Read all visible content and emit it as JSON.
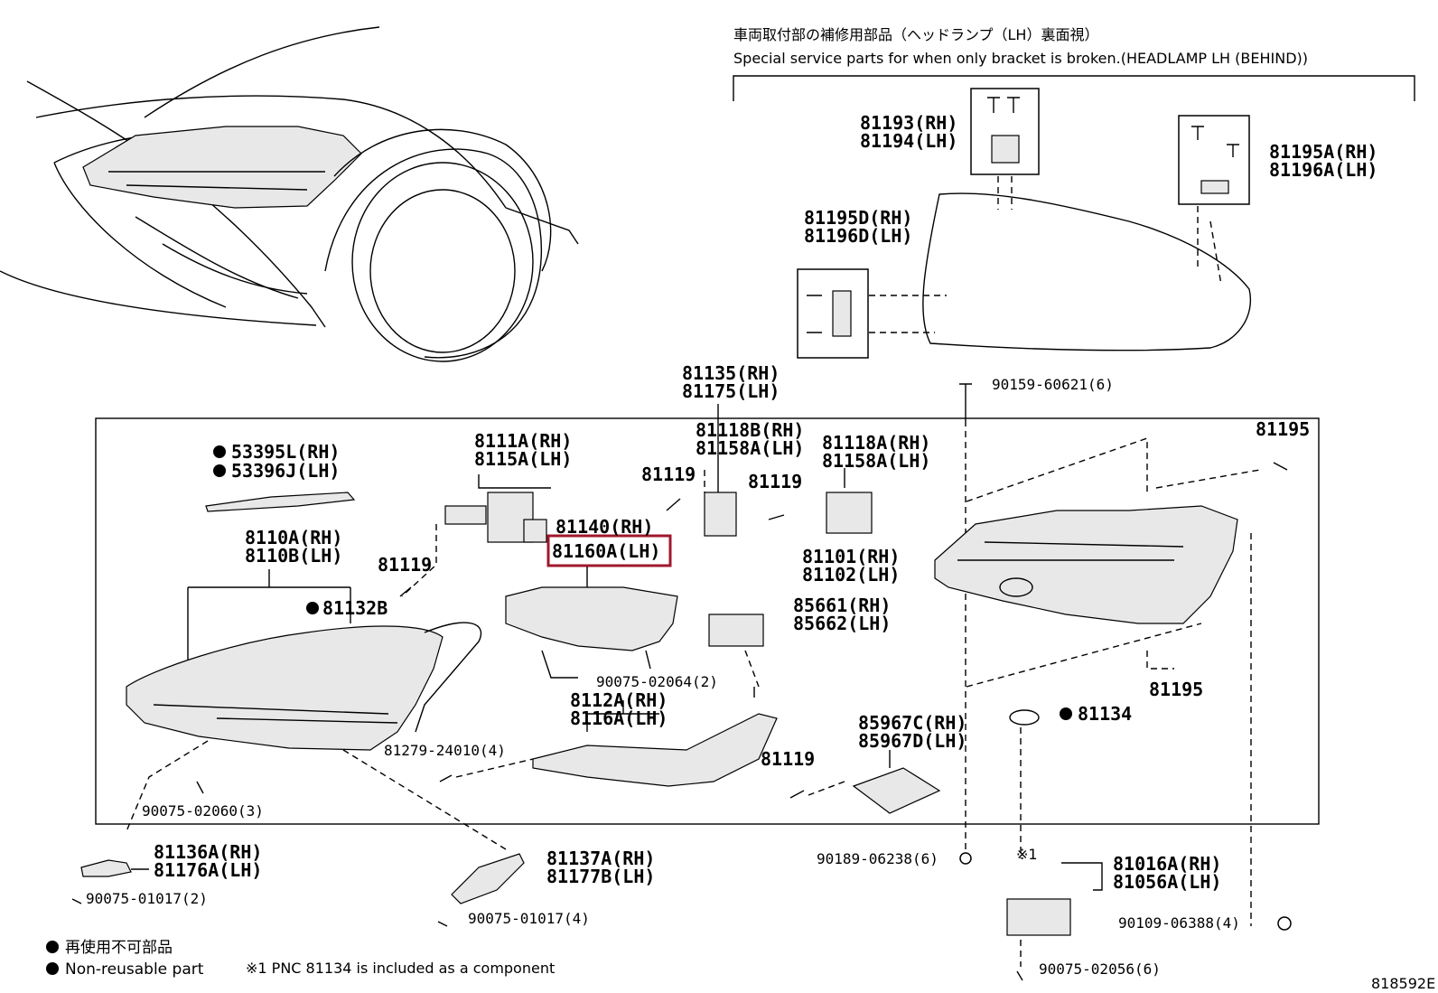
{
  "header": {
    "title_jp": "車両取付部の補修用部品（ヘッドランプ（LH）裏面視）",
    "title_en": "Special service parts for when only bracket is broken.(HEADLAMP LH (BEHIND))"
  },
  "labels": {
    "p81193": "81193(RH)",
    "p81194": "81194(LH)",
    "p81195A": "81195A(RH)",
    "p81196A": "81196A(LH)",
    "p81195D": "81195D(RH)",
    "p81196D": "81196D(LH)",
    "p81135": "81135(RH)",
    "p81175": "81175(LH)",
    "p90159": "90159-60621(6)",
    "p53395L": "53395L(RH)",
    "p53396J": "53396J(LH)",
    "p8111A": "8111A(RH)",
    "p8115A": "8115A(LH)",
    "p81118B": "81118B(RH)",
    "p81158A_b": "81158A(LH)",
    "p81118A": "81118A(RH)",
    "p81158A_a": "81158A(LH)",
    "p81195_tr": "81195",
    "p81119_a": "81119",
    "p81119_b": "81119",
    "p81119_c": "81119",
    "p81119_d": "81119",
    "p8110A": "8110A(RH)",
    "p8110B": "8110B(LH)",
    "p81140": "81140(RH)",
    "p81160A": "81160A(LH)",
    "p81101": "81101(RH)",
    "p81102": "81102(LH)",
    "p81132B": "81132B",
    "p85661": "85661(RH)",
    "p85662": "85662(LH)",
    "p90075_02064": "90075-02064(2)",
    "p81195_mid": "81195",
    "p8112A": "8112A(RH)",
    "p8116A": "8116A(LH)",
    "p81134": "81134",
    "p81279": "81279-24010(4)",
    "p85967C": "85967C(RH)",
    "p85967D": "85967D(LH)",
    "p90075_02060": "90075-02060(3)",
    "p81136A": "81136A(RH)",
    "p81176A": "81176A(LH)",
    "p90075_01017_a": "90075-01017(2)",
    "p81137A": "81137A(RH)",
    "p81177B": "81177B(LH)",
    "p90075_01017_b": "90075-01017(4)",
    "p90189": "90189-06238(6)",
    "p_ref1": "※1",
    "p81016A": "81016A(RH)",
    "p81056A": "81056A(LH)",
    "p90109": "90109-06388(4)",
    "p90075_02056": "90075-02056(6)"
  },
  "legend": {
    "jp": "再使用不可部品",
    "en": "Non-reusable part",
    "note": "※1 PNC 81134 is included as a component"
  },
  "figure_id": "818592E",
  "highlight_color": "#a0182e"
}
